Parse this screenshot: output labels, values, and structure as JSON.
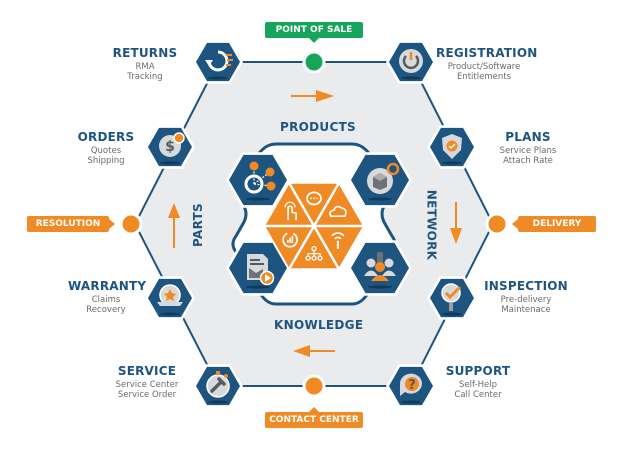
{
  "colors": {
    "navy": "#1d5580",
    "orange": "#f08a24",
    "green": "#17a55c",
    "light_gray": "#eaebed",
    "text_gray": "#6b6b6b",
    "white": "#ffffff"
  },
  "nodes": [
    {
      "id": "returns",
      "title": "RETURNS",
      "lines": [
        "RMA",
        "Tracking"
      ],
      "icon": "refresh-icon"
    },
    {
      "id": "registration",
      "title": "REGISTRATION",
      "lines": [
        "Product/Software",
        "Entitlements"
      ],
      "icon": "power-icon"
    },
    {
      "id": "orders",
      "title": "ORDERS",
      "lines": [
        "Quotes",
        "Shipping"
      ],
      "icon": "dollar-coin-icon"
    },
    {
      "id": "plans",
      "title": "PLANS",
      "lines": [
        "Service Plans",
        "Attach Rate"
      ],
      "icon": "shield-check-icon"
    },
    {
      "id": "warranty",
      "title": "WARRANTY",
      "lines": [
        "Claims",
        "Recovery"
      ],
      "icon": "award-badge-icon"
    },
    {
      "id": "inspection",
      "title": "INSPECTION",
      "lines": [
        "Pre-delivery",
        "Maintenace"
      ],
      "icon": "magnifier-check-icon"
    },
    {
      "id": "service",
      "title": "SERVICE",
      "lines": [
        "Service Center",
        "Service Order"
      ],
      "icon": "wrench-stopwatch-icon"
    },
    {
      "id": "support",
      "title": "SUPPORT",
      "lines": [
        "Self-Help",
        "Call Center"
      ],
      "icon": "question-bubble-icon"
    }
  ],
  "badges": {
    "top": "POINT OF SALE",
    "left": "RESOLUTION",
    "right": "DELIVERY",
    "bottom": "CONTACT CENTER"
  },
  "sections": {
    "top": "PRODUCTS",
    "left": "PARTS",
    "right": "NETWORK",
    "bottom": "KNOWLEDGE"
  },
  "inner_icons": [
    "steps-diagram-icon",
    "box-icon",
    "document-video-icon",
    "people-group-icon"
  ],
  "center_icons": [
    "touch-icon",
    "chat-icon",
    "cloud-icon",
    "analytics-icon",
    "hierarchy-icon",
    "wifi-signal-icon"
  ]
}
